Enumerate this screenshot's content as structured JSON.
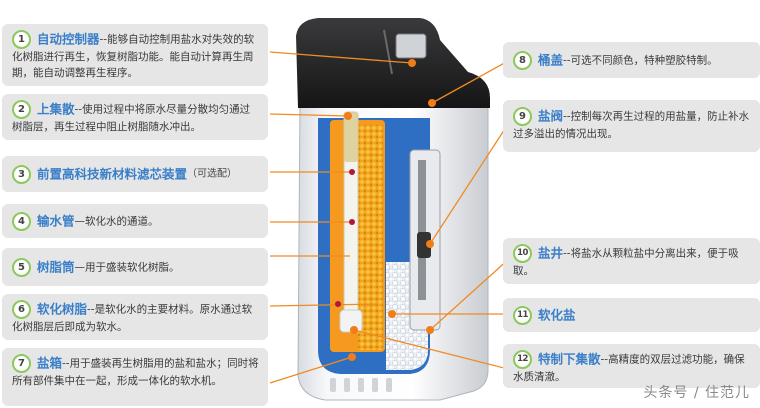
{
  "colors": {
    "callout_bg": "#e6e6e7",
    "title_blue": "#3a7fc8",
    "number_ring_green": "#8cc85a",
    "leader_orange": "#f08a24",
    "tank_black": "#2b2b2b",
    "resin_orange": "#f59a1e",
    "tank_blue": "#2e6fc4"
  },
  "callouts": [
    {
      "num": "1",
      "title": "自动控制器",
      "desc": "--能够自动控制用盐水对失效的软化树脂进行再生，恢复树脂功能。能自动计算再生周期，能自动调整再生程序。"
    },
    {
      "num": "2",
      "title": "上集散",
      "desc": "--使用过程中将原水尽量分散均匀通过树脂层，再生过程中阻止树脂随水冲出。"
    },
    {
      "num": "3",
      "title": "前置高科技新材料滤芯装置",
      "desc": "",
      "note": "（可选配）"
    },
    {
      "num": "4",
      "title": "输水管",
      "desc": "—软化水的通道。"
    },
    {
      "num": "5",
      "title": "树脂筒",
      "desc": "—用于盛装软化树脂。"
    },
    {
      "num": "6",
      "title": "软化树脂",
      "desc": "--是软化水的主要材料。原水通过软化树脂层后即成为软水。"
    },
    {
      "num": "7",
      "title": "盐箱",
      "desc": "--用于盛装再生树脂用的盐和盐水；同时将所有部件集中在一起，形成一体化的软水机。"
    },
    {
      "num": "8",
      "title": "桶盖",
      "desc": "--可选不同颜色，特种塑胶特制。"
    },
    {
      "num": "9",
      "title": "盐阀",
      "desc": "--控制每次再生过程的用盐量，防止补水过多溢出的情况出现。"
    },
    {
      "num": "10",
      "title": "盐井",
      "desc": "--将盐水从颗粒盐中分离出来，便于吸取。"
    },
    {
      "num": "11",
      "title": "软化盐",
      "desc": ""
    },
    {
      "num": "12",
      "title": "特制下集散",
      "desc": "--高精度的双层过滤功能，确保水质清澈。"
    }
  ],
  "watermark": "头条号 / 住范儿"
}
